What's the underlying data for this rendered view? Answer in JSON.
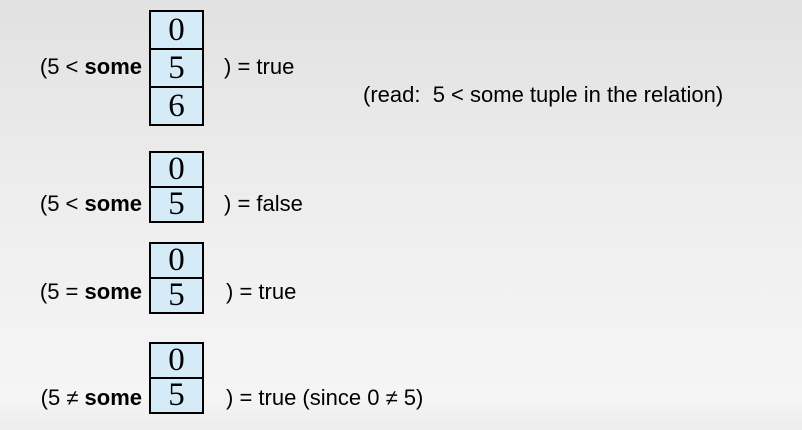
{
  "slide": {
    "kind": "sql-some-comparison-examples"
  },
  "colors": {
    "cell_fill": "#d6ebf8",
    "border": "#000000",
    "text": "#000000",
    "background_top": "#e1e1e1",
    "background_bottom": "#f5f5f5"
  },
  "note": "(read:  5 < some tuple in the relation)",
  "examples": [
    {
      "lhs_prefix": "(5 < ",
      "keyword": "some",
      "tuple": [
        "0",
        "5",
        "6"
      ],
      "result": ") = true"
    },
    {
      "lhs_prefix": "(5 < ",
      "keyword": "some",
      "tuple": [
        "0",
        "5"
      ],
      "result": ") = false"
    },
    {
      "lhs_prefix": "(5 = ",
      "keyword": "some",
      "tuple": [
        "0",
        "5"
      ],
      "result": ") = true"
    },
    {
      "lhs_prefix": "(5 ≠ ",
      "keyword": "some",
      "tuple": [
        "0",
        "5"
      ],
      "result": ") = true (since 0 ≠ 5)"
    }
  ]
}
